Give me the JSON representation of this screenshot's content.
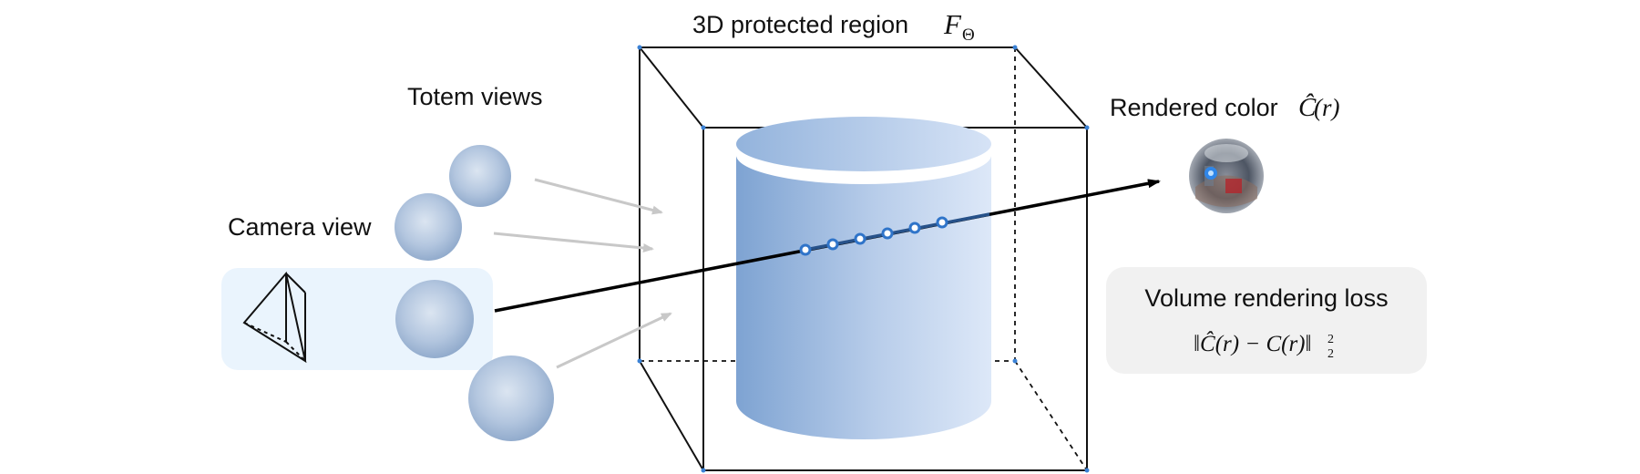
{
  "labels": {
    "region_title": "3D protected region",
    "region_symbol": "F",
    "region_symbol_sub": "Θ",
    "totem_views": "Totem views",
    "camera_view": "Camera view",
    "rendered_color_text": "Rendered color",
    "rendered_color_symbol": "Ĉ",
    "rendered_color_arg": "(r)",
    "loss_title": "Volume rendering loss",
    "loss_formula": "‖Ĉ(r) − C(r)‖",
    "loss_sup": "2",
    "loss_sub": "2"
  },
  "colors": {
    "camera_panel": "#eaf4fd",
    "loss_panel": "#f1f1f1",
    "totem_sphere": "#a9bfd9",
    "cylinder_dark": "#7ea3d2",
    "cylinder_light": "#dbe7f7",
    "ray": "#000000",
    "totem_arrows": "#c8c8c8",
    "sample_points": "#2f74c9"
  },
  "icons": {
    "camera": "camera-frustum-icon",
    "rendered_color": "mirror-ball-icon"
  }
}
